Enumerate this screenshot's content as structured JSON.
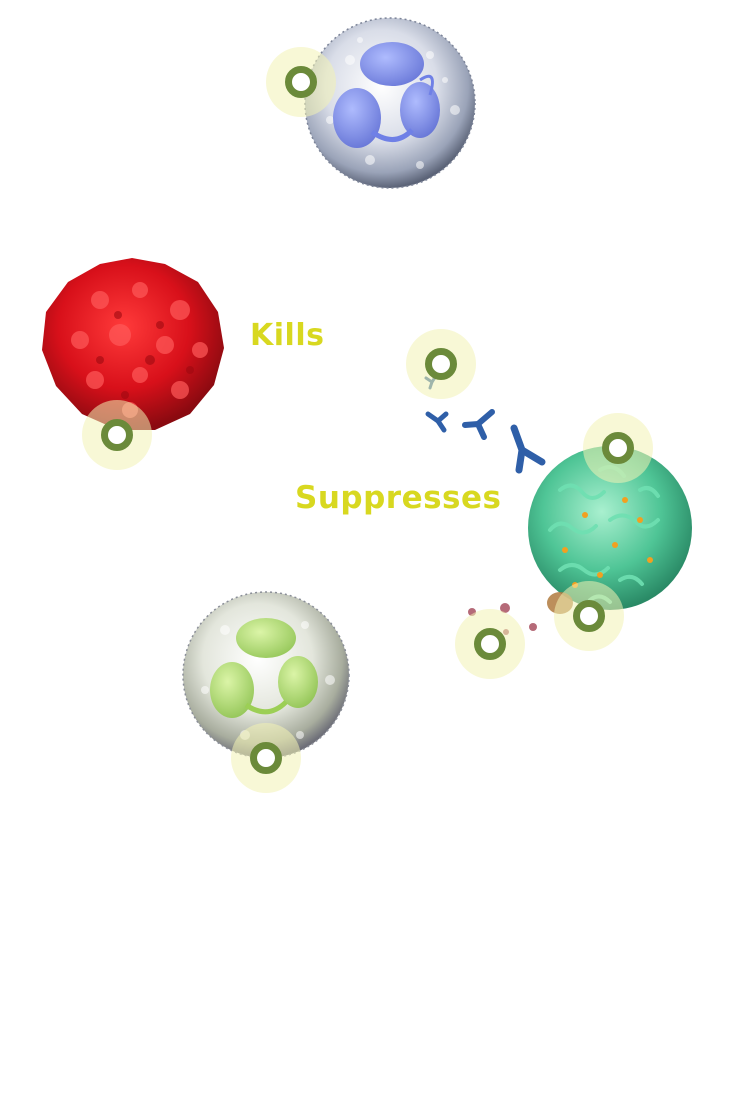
{
  "labels": {
    "kills": "Kills",
    "suppresses": "Suppresses"
  },
  "colors": {
    "label_text": "#d8d820",
    "hotspot_halo": "#f3f2b5",
    "hotspot_ring": "#6b8a3a",
    "red_cell": "#e0141c",
    "green_cell": "#4fc596",
    "antibody": "#2f5fa8"
  },
  "cells": [
    {
      "id": "neutrophil-blue",
      "icon": "neutrophil-cell-blue"
    },
    {
      "id": "red-cell",
      "icon": "red-spiky-cell"
    },
    {
      "id": "t-cell-green",
      "icon": "green-ruffled-cell"
    },
    {
      "id": "neutrophil-green",
      "icon": "neutrophil-cell-green"
    }
  ],
  "hotspots": [
    {
      "id": "hotspot-neutrophil-blue",
      "icon": "hotspot-ring-icon"
    },
    {
      "id": "hotspot-red-cell",
      "icon": "hotspot-ring-icon"
    },
    {
      "id": "hotspot-antibodies",
      "icon": "hotspot-ring-icon"
    },
    {
      "id": "hotspot-t-cell",
      "icon": "hotspot-ring-icon"
    },
    {
      "id": "hotspot-t-cell-lower",
      "icon": "hotspot-ring-icon"
    },
    {
      "id": "hotspot-cytokines",
      "icon": "hotspot-ring-icon"
    },
    {
      "id": "hotspot-neutrophil-green",
      "icon": "hotspot-ring-icon"
    }
  ]
}
